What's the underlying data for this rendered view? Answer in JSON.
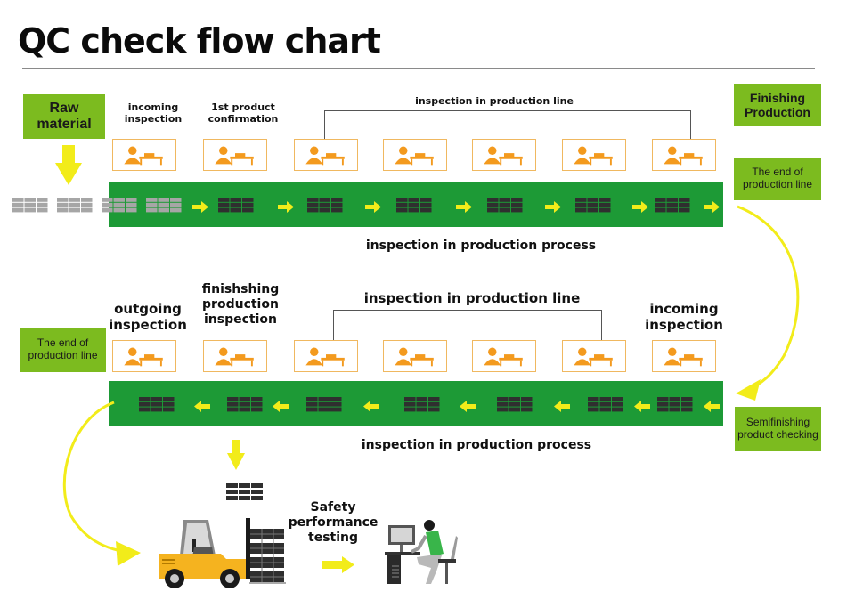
{
  "title": "QC check flow chart",
  "top_row": {
    "raw_material": "Raw material",
    "labels": {
      "incoming_inspection": "incoming inspection",
      "first_product_confirmation": "1st product confirmation",
      "inspection_in_production_line": "inspection in production line"
    },
    "finishing_production": "Finishing Production",
    "end_of_production_line": "The end of production line",
    "process_label": "inspection in production process",
    "station_count": 7,
    "flow_direction": "left-to-right"
  },
  "bottom_row": {
    "labels": {
      "outgoing_inspection": "outgoing inspection",
      "finishing_production_inspection": "finishshing production inspection",
      "inspection_in_production_line": "inspection in production line",
      "incoming_inspection": "incoming inspection"
    },
    "end_of_production_line": "The end of production line",
    "semifinishing_product_checking": "Semifinishing product checking",
    "process_label": "inspection in production process",
    "station_count": 7,
    "flow_direction": "right-to-left"
  },
  "final_stage": {
    "safety_performance_testing": "Safety performance testing"
  },
  "colors": {
    "belt_green": "#1d9a36",
    "label_green": "#7cbb1f",
    "arrow_yellow": "#f2ec1a",
    "inspector_orange": "#f39a1e",
    "station_border": "#f0b860",
    "stack_dark": "#2f2f2f",
    "stack_raw": "#a6a6a6"
  }
}
